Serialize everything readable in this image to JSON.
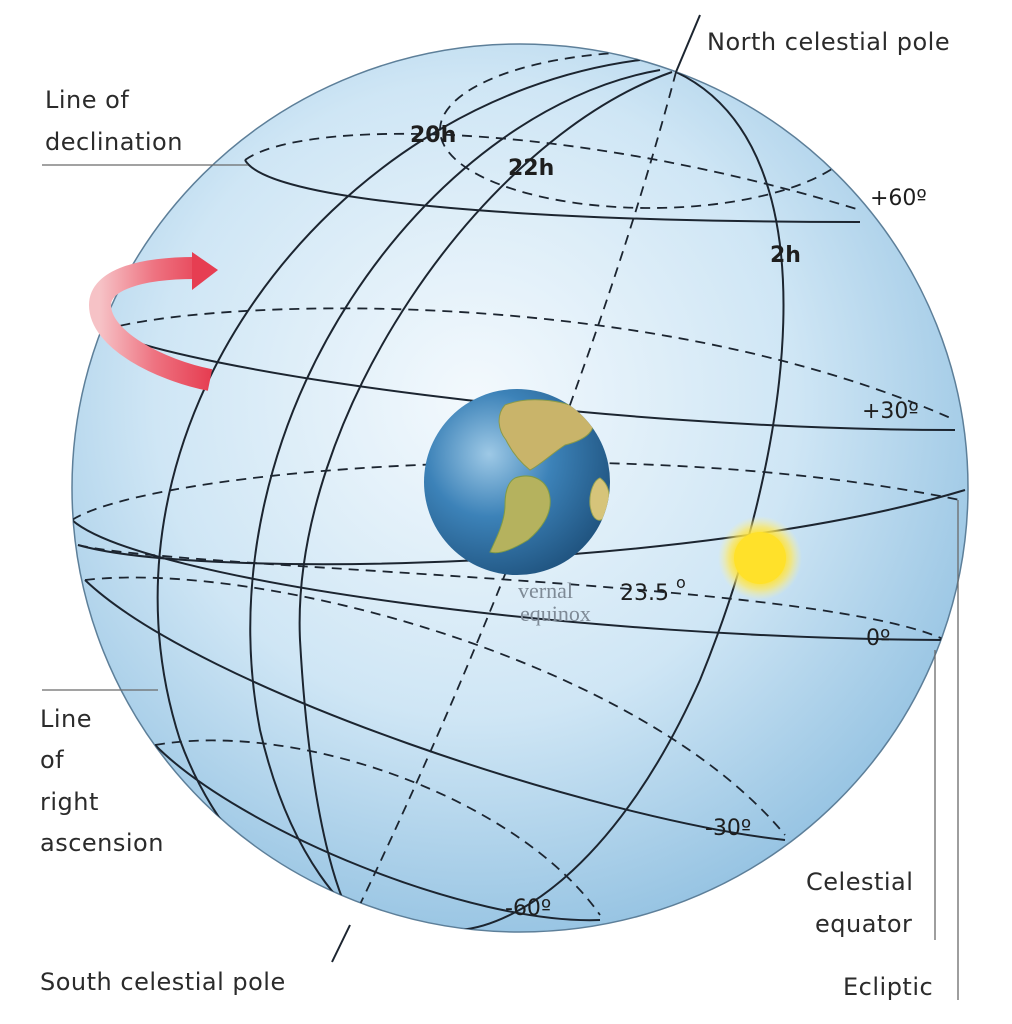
{
  "labels": {
    "north_pole": "North celestial pole",
    "south_pole": "South celestial pole",
    "declination_line1": "Line of",
    "declination_line2": "declination",
    "ra_line1": "Line",
    "ra_line2": "of",
    "ra_line3": "right",
    "ra_line4": "ascension",
    "equator_line1": "Celestial",
    "equator_line2": "equator",
    "ecliptic": "Ecliptic",
    "vernal1": "vernal",
    "vernal2": "equinox",
    "tilt": "23.5",
    "tilt_unit": "o"
  },
  "hour_labels": [
    "20h",
    "22h",
    "2h"
  ],
  "declination_labels": [
    "+60º",
    "+30º",
    "0º",
    "-30º",
    "-60º"
  ],
  "colors": {
    "sphere_light": "#eaf4fb",
    "sphere_dark": "#8fbfe0",
    "earth_ocean": "#2f6fa3",
    "earth_land": "#c9b46a",
    "sun": "#ffe12a",
    "arrow": "#e8495a"
  }
}
